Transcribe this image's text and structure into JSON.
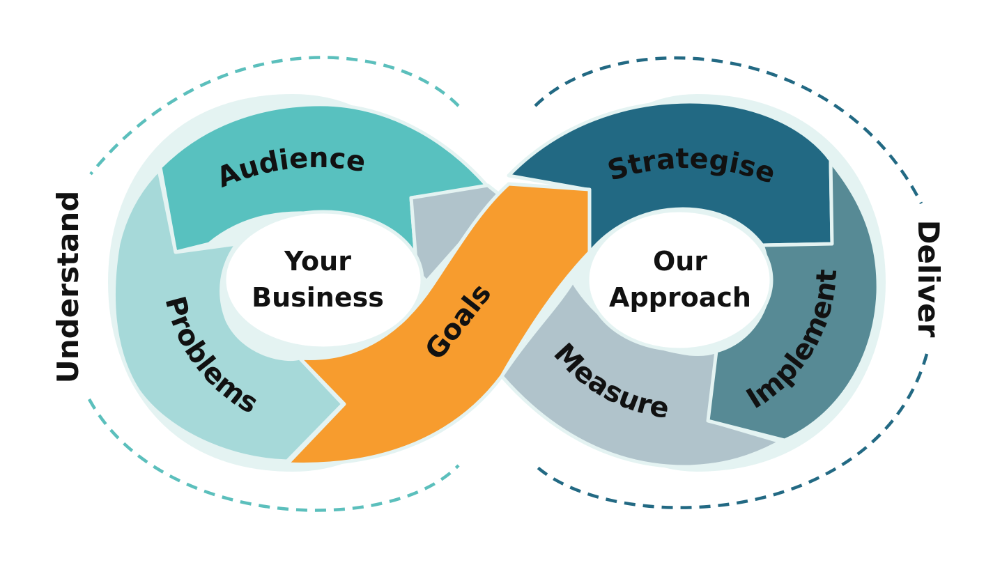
{
  "left_loop": {
    "outer_label": "Understand",
    "center_lines": [
      "Your",
      "Business"
    ],
    "segments": {
      "audience": "Audience",
      "problems": "Problems"
    }
  },
  "right_loop": {
    "outer_label": "Deliver",
    "center_lines": [
      "Our",
      "Approach"
    ],
    "segments": {
      "strategise": "Strategise",
      "implement": "Implement",
      "measure": "Measure"
    }
  },
  "crossing": {
    "goals": "Goals"
  },
  "colors": {
    "audience": "#58c1bf",
    "problems": "#a6d9d9",
    "goals": "#f79c2e",
    "link_grey": "#b0c3cb",
    "strategise": "#226983",
    "implement": "#578a95",
    "measure": "#b0c3cb",
    "left_dash": "#5bbfbc",
    "right_dash": "#226983",
    "segment_border": "#e4f3f2"
  }
}
